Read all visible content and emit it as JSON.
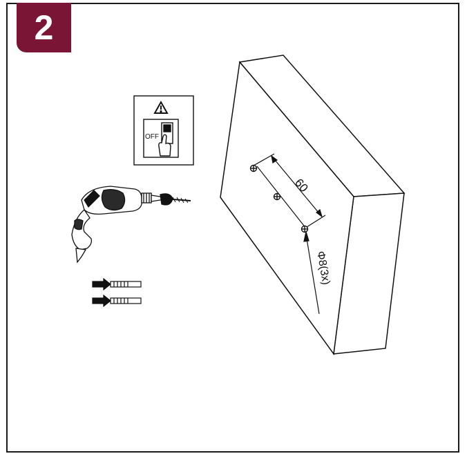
{
  "step": {
    "number": "2",
    "badge_color": "#7b1535"
  },
  "switch_panel": {
    "warning_icon": "warning-triangle-icon",
    "off_label": "OFF"
  },
  "tools": {
    "drill_icon": "power-drill-icon",
    "anchor_icon": "wall-anchor-icon",
    "anchor_count": 2
  },
  "wall": {
    "spacing_label": "60",
    "hole_label": "Φ8(3x)",
    "hole_count": 3
  }
}
